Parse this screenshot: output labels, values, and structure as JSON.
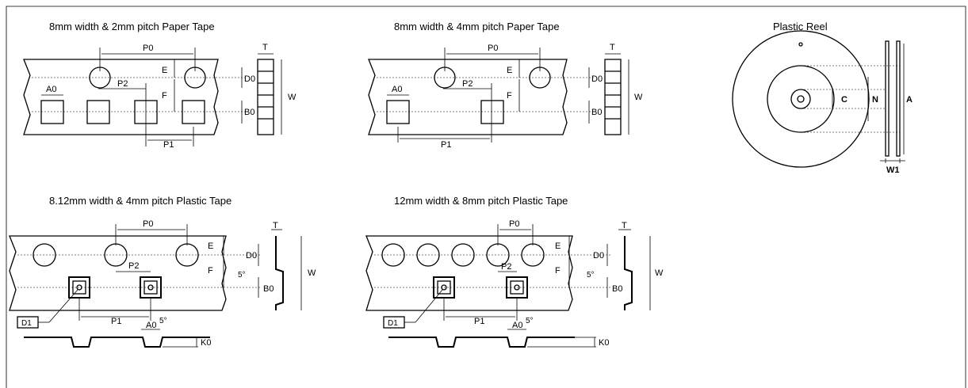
{
  "panels": {
    "paper_2mm": {
      "title": "8mm width & 2mm pitch Paper Tape"
    },
    "paper_4mm": {
      "title": "8mm width & 4mm pitch Paper Tape"
    },
    "reel": {
      "title": "Plastic Reel"
    },
    "plastic_4mm": {
      "title": "8.12mm width & 4mm pitch Plastic Tape"
    },
    "plastic_8mm": {
      "title": "12mm width & 8mm pitch Plastic Tape"
    }
  },
  "labels": {
    "P0": "P0",
    "P1": "P1",
    "P2": "P2",
    "A0": "A0",
    "B0": "B0",
    "D0": "D0",
    "D1": "D1",
    "E": "E",
    "F": "F",
    "T": "T",
    "W": "W",
    "K0": "K0",
    "angle": "5°",
    "reel_A": "A",
    "reel_C": "C",
    "reel_N": "N",
    "reel_W1": "W1"
  }
}
